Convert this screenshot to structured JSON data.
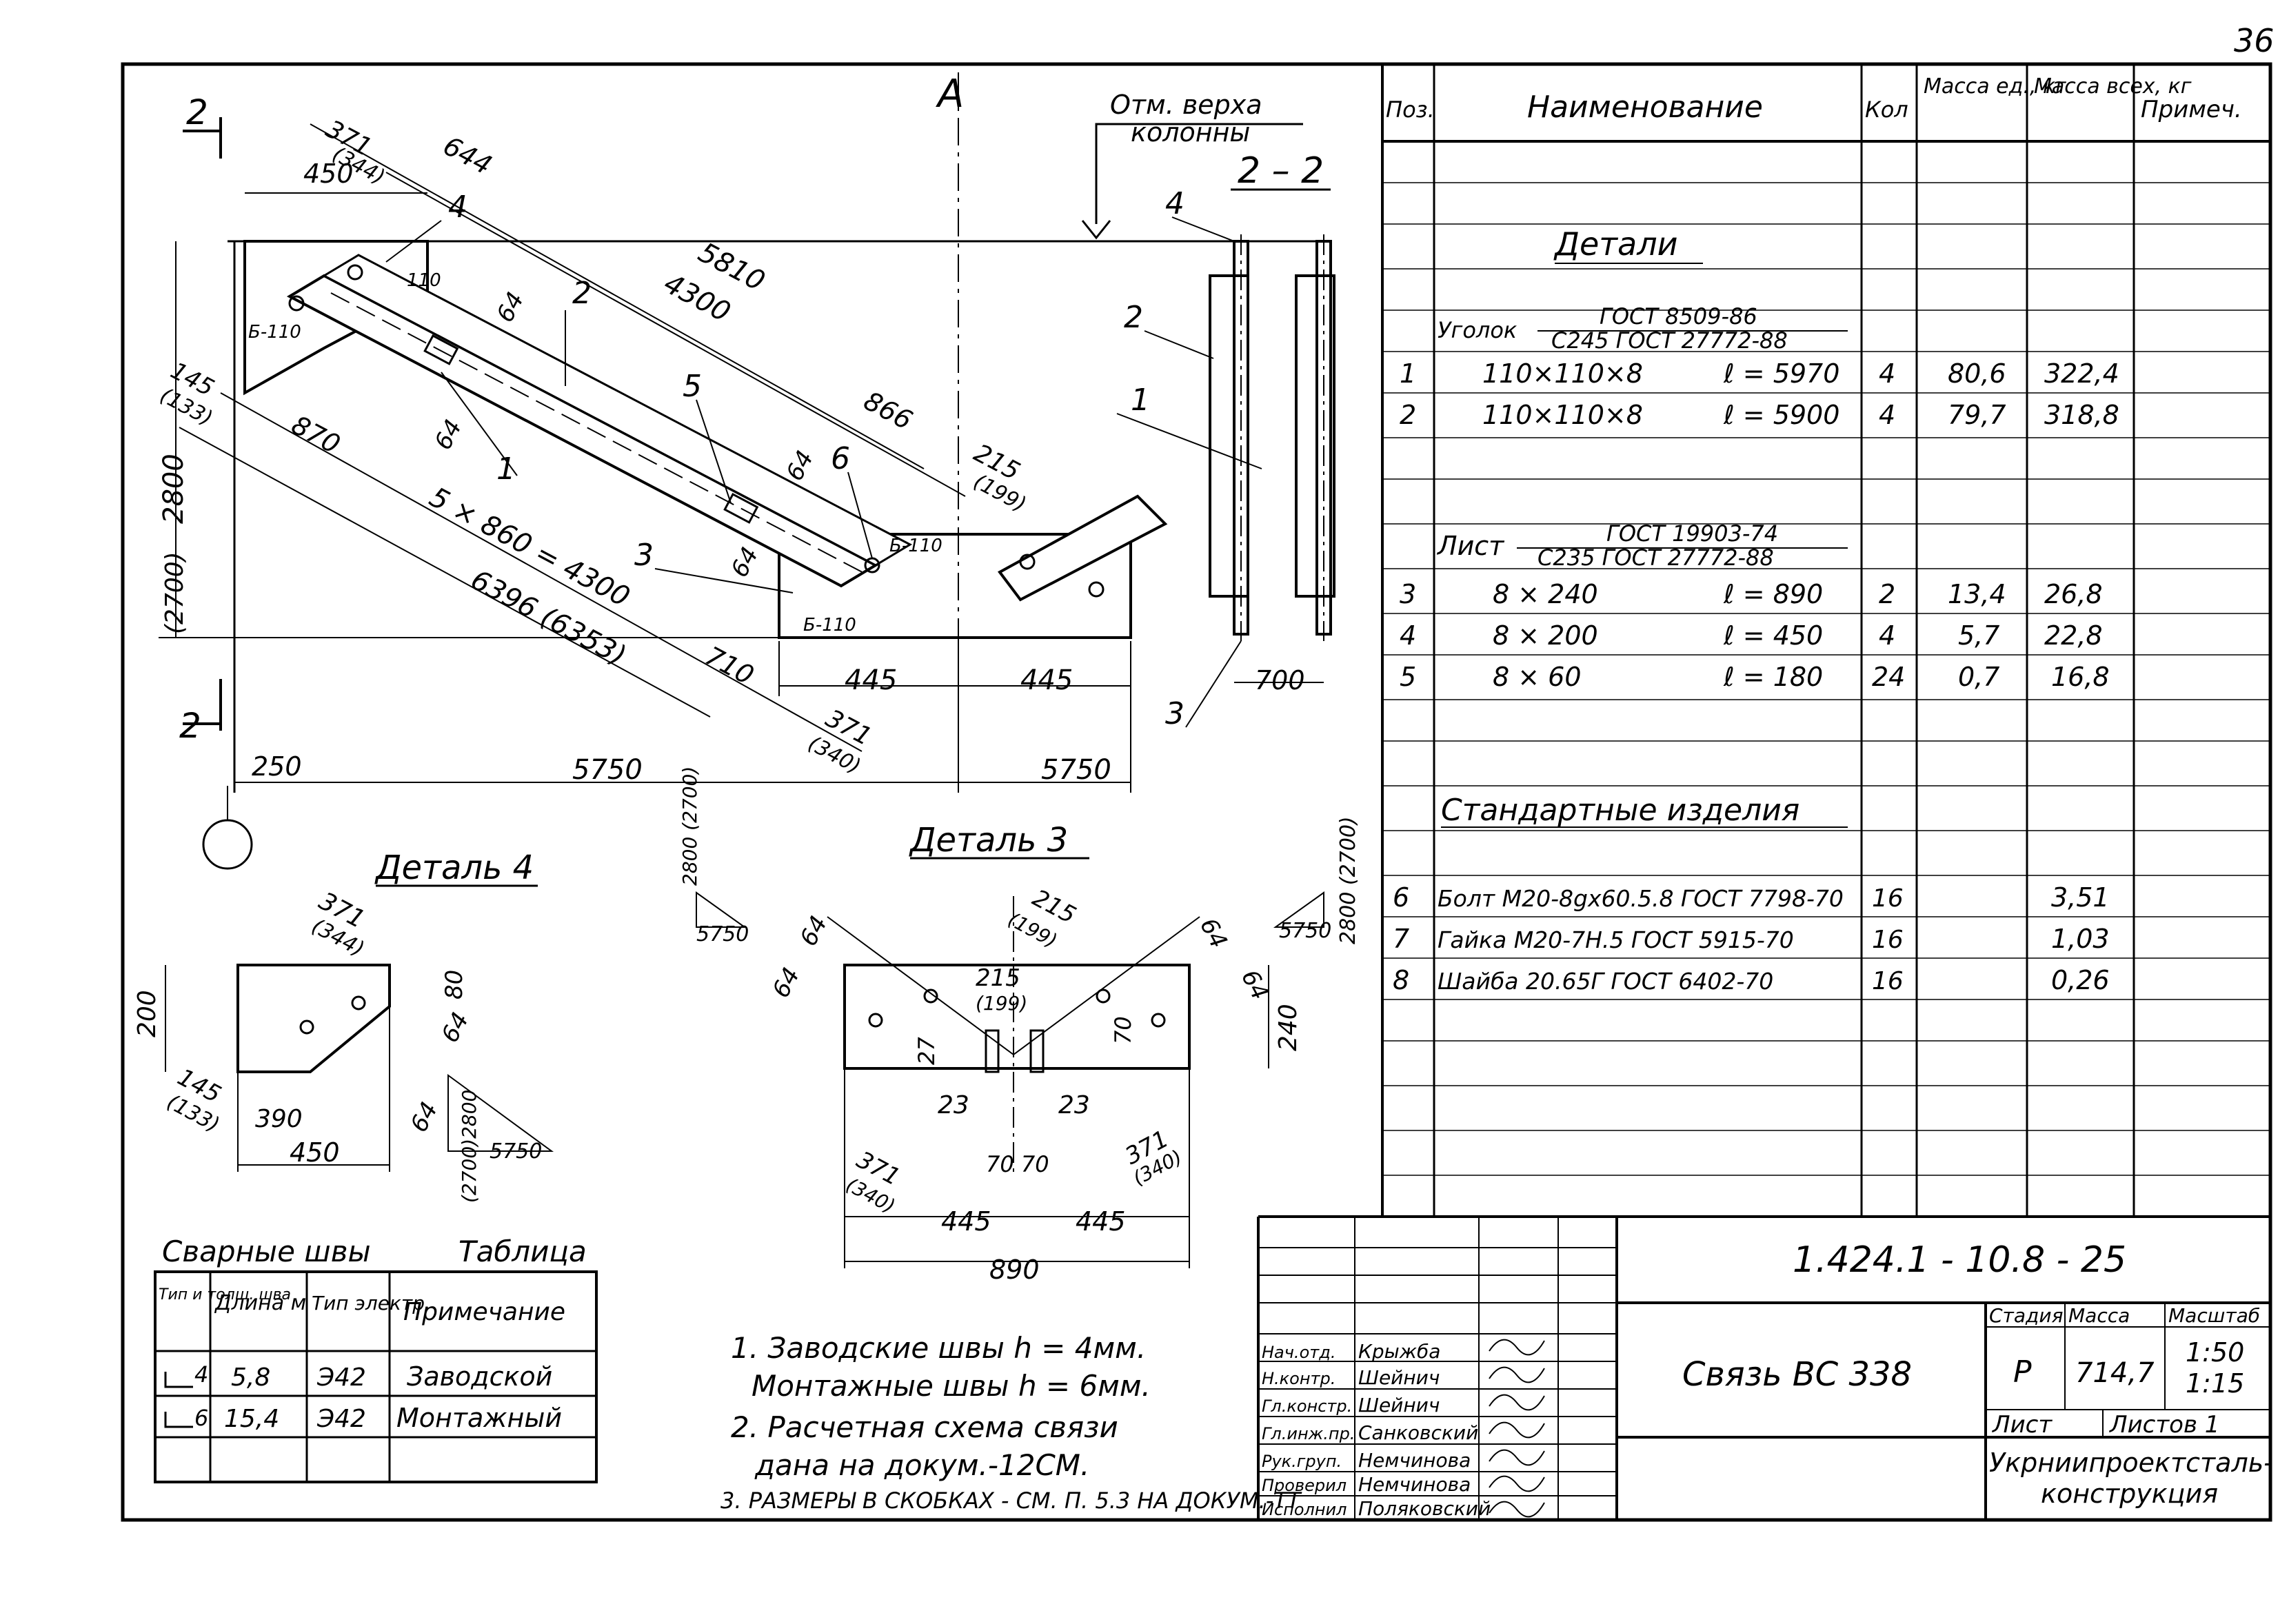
{
  "page_number": "36",
  "drawing": {
    "section_2_label": "2",
    "section_title": "2 – 2",
    "axis_symbol": "A",
    "elevation_label_1": "Отм. верха",
    "elevation_label_2": "колонны",
    "dims": {
      "d371_344": "371",
      "d371_344_b": "(344)",
      "d450": "450",
      "d644": "644",
      "d5810": "5810",
      "d4300": "4300",
      "d866": "866",
      "d215": "215",
      "d215_b": "(199)",
      "d64a": "64",
      "d64b": "64",
      "d64c": "64",
      "d64d": "64",
      "d145": "145",
      "d145_b": "(133)",
      "d870": "870",
      "d2800": "2800",
      "d2700": "(2700)",
      "d5x860": "5 × 860 = 4300",
      "d6396": "6396 (6353)",
      "d710": "710",
      "d445a": "445",
      "d445b": "445",
      "d371_340": "371",
      "d371_340_b": "(340)",
      "d250": "250",
      "d5750a": "5750",
      "d5750b": "5750",
      "d700": "700",
      "d110a": "110",
      "d110b": "Б-110",
      "d110c": "Б-110",
      "d110d": "Б-110"
    },
    "callouts": [
      "1",
      "2",
      "3",
      "4",
      "5",
      "6"
    ],
    "detail4": {
      "title": "Деталь 4",
      "d371": "371",
      "d344": "(344)",
      "d200": "200",
      "d80": "80",
      "d64a": "64",
      "d64b": "64",
      "d145": "145",
      "d133": "(133)",
      "d390": "390",
      "d450": "450",
      "d2800": "(2700)2800",
      "d5750": "5750"
    },
    "detail3": {
      "title": "Деталь 3",
      "d2800l": "2800 (2700)",
      "d5750l": "5750",
      "d2800r": "2800 (2700)",
      "d5750r": "5750",
      "d64a": "64",
      "d64b": "64",
      "d64c": "64",
      "d64d": "64",
      "d215a": "215",
      "d199a": "(199)",
      "d215b": "215",
      "d199b": "(199)",
      "d27": "27",
      "d70a": "70",
      "d240": "240",
      "d23a": "23",
      "d23b": "23",
      "d7070": "70 70",
      "d371l": "371",
      "d340l": "(340)",
      "d371r": "371",
      "d340r": "(340)",
      "d445a": "445",
      "d445b": "445",
      "d890": "890"
    }
  },
  "weld_table": {
    "title": "Сварные швы",
    "label": "Таблица",
    "headers": [
      "Тип и толщ. шва",
      "Длина м",
      "Тип электр.",
      "Примечание"
    ],
    "rows": [
      {
        "type": "4",
        "length": "5,8",
        "electrode": "Э42",
        "note": "Заводской"
      },
      {
        "type": "6",
        "length": "15,4",
        "electrode": "Э42",
        "note": "Монтажный"
      }
    ]
  },
  "notes": [
    "1. Заводские швы h = 4мм.",
    "Монтажные швы h = 6мм.",
    "2. Расчетная схема связи",
    "дана на докум.-12СМ.",
    "3. РАЗМЕРЫ В СКОБКАХ - СМ. П. 5.3 НА ДОКУМ.-ТТ"
  ],
  "spec": {
    "headers": [
      "Поз.",
      "Наименование",
      "Кол",
      "Масса ед., кг",
      "Масса всех, кг",
      "Примеч."
    ],
    "section_details": "Детали",
    "angle_label": "Уголок",
    "angle_std1": "ГОСТ 8509-86",
    "angle_std2": "С245 ГОСТ 27772-88",
    "sheet_label": "Лист",
    "sheet_std1": "ГОСТ 19903-74",
    "sheet_std2": "С235 ГОСТ 27772-88",
    "section_std": "Стандартные изделия",
    "rows": [
      {
        "pos": "1",
        "name": "110×110×8",
        "len": "ℓ = 5970",
        "qty": "4",
        "mass_unit": "80,6",
        "mass_total": "322,4"
      },
      {
        "pos": "2",
        "name": "110×110×8",
        "len": "ℓ = 5900",
        "qty": "4",
        "mass_unit": "79,7",
        "mass_total": "318,8"
      },
      {
        "pos": "3",
        "name": "8 × 240",
        "len": "ℓ = 890",
        "qty": "2",
        "mass_unit": "13,4",
        "mass_total": "26,8"
      },
      {
        "pos": "4",
        "name": "8 × 200",
        "len": "ℓ = 450",
        "qty": "4",
        "mass_unit": "5,7",
        "mass_total": "22,8"
      },
      {
        "pos": "5",
        "name": "8 × 60",
        "len": "ℓ = 180",
        "qty": "24",
        "mass_unit": "0,7",
        "mass_total": "16,8"
      },
      {
        "pos": "6",
        "name": "Болт М20-8gх60.5.8 ГОСТ 7798-70",
        "len": "",
        "qty": "16",
        "mass_unit": "",
        "mass_total": "3,51"
      },
      {
        "pos": "7",
        "name": "Гайка М20-7Н.5 ГОСТ 5915-70",
        "len": "",
        "qty": "16",
        "mass_unit": "",
        "mass_total": "1,03"
      },
      {
        "pos": "8",
        "name": "Шайба 20.65Г ГОСТ 6402-70",
        "len": "",
        "qty": "16",
        "mass_unit": "",
        "mass_total": "0,26"
      }
    ]
  },
  "title_block": {
    "doc_code": "1.424.1 - 10.8 - 25",
    "title": "Связь ВС 338",
    "stage_label": "Стадия",
    "mass_label": "Масса",
    "scale_label": "Масштаб",
    "stage": "Р",
    "mass": "714,7",
    "scale1": "1:50",
    "scale2": "1:15",
    "sheet_label": "Лист",
    "sheets_label": "Листов 1",
    "org1": "Укрниипроектсталь-",
    "org2": "конструкция",
    "roles": [
      {
        "role": "Нач.отд.",
        "name": "Крыжба"
      },
      {
        "role": "Н.контр.",
        "name": "Шейнич"
      },
      {
        "role": "Гл.констр.",
        "name": "Шейнич"
      },
      {
        "role": "Гл.инж.пр.",
        "name": "Санковский"
      },
      {
        "role": "Рук.груп.",
        "name": "Немчинова"
      },
      {
        "role": "Проверил",
        "name": "Немчинова"
      },
      {
        "role": "Исполнил",
        "name": "Поляковский"
      }
    ]
  }
}
